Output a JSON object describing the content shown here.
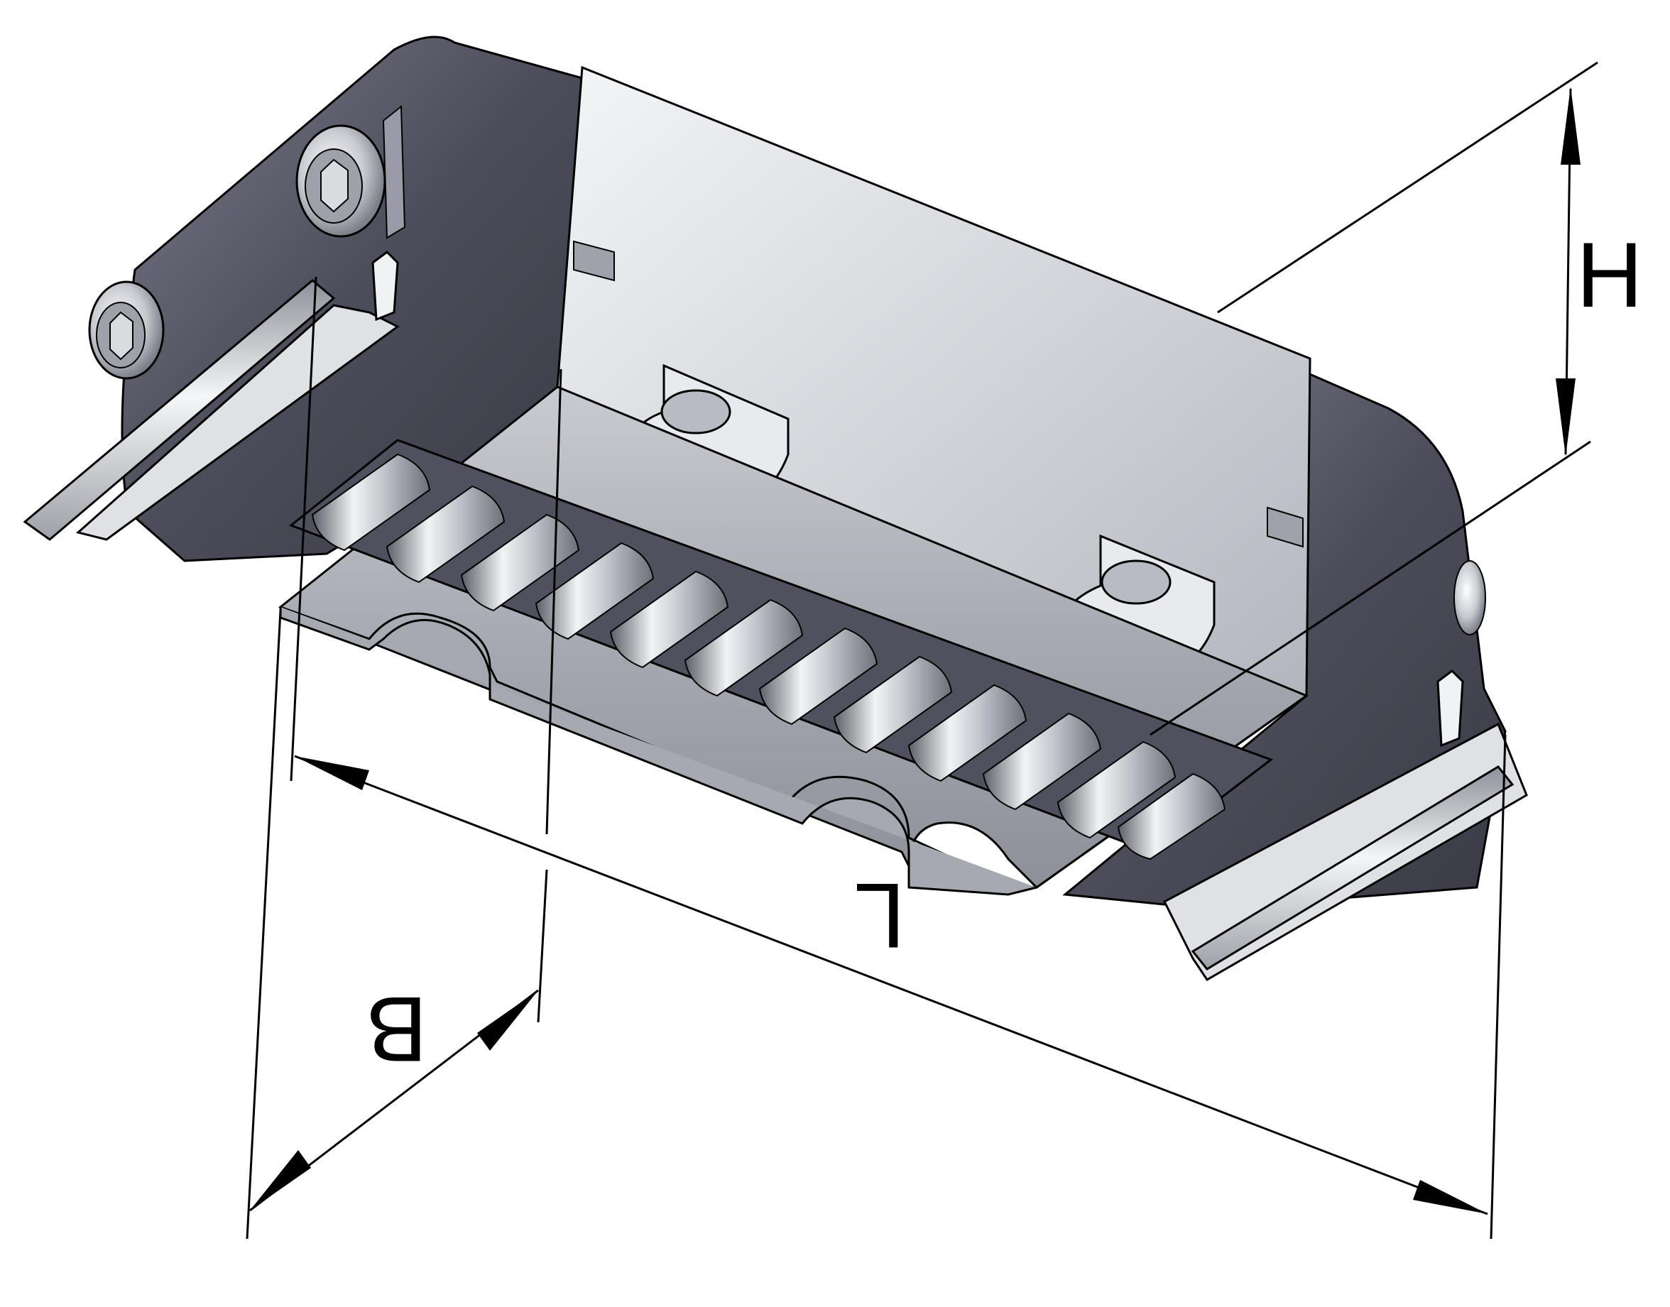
{
  "diagram": {
    "labels": {
      "height": "H",
      "length": "L",
      "width": "B"
    },
    "colors": {
      "background": "#ffffff",
      "line": "#000000",
      "housing_dark": "#4a4a58",
      "housing_mid": "#6a6a7a",
      "steel_light": "#e6e7ea",
      "steel_mid": "#b9bcc2",
      "steel_dark": "#8c9098"
    }
  }
}
